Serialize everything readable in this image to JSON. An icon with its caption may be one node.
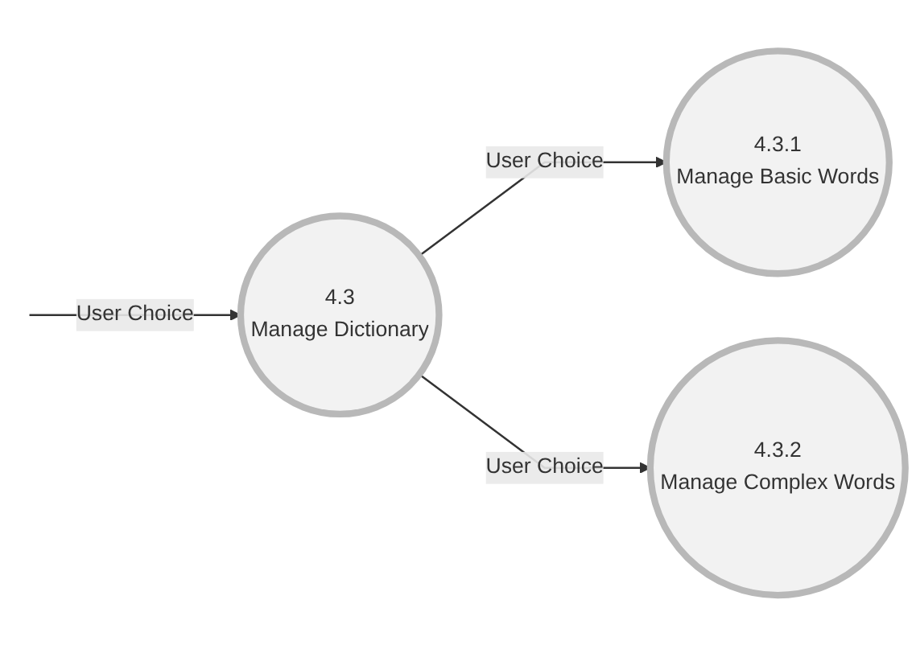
{
  "diagram": {
    "nodes": [
      {
        "text": [
          "4.3",
          "Manage Dictionary"
        ]
      },
      {
        "text": [
          "4.3.1",
          "Manage Basic Words"
        ]
      },
      {
        "text": [
          "4.3.2",
          "Manage Complex Words"
        ]
      }
    ],
    "edges": [
      {
        "from": null,
        "to": 0,
        "arrow": "to",
        "label": "User Choice"
      },
      {
        "from": 0,
        "to": 1,
        "arrow": "to",
        "label": "User Choice"
      },
      {
        "from": 0,
        "to": 2,
        "arrow": "to",
        "label": "User Choice"
      }
    ]
  }
}
